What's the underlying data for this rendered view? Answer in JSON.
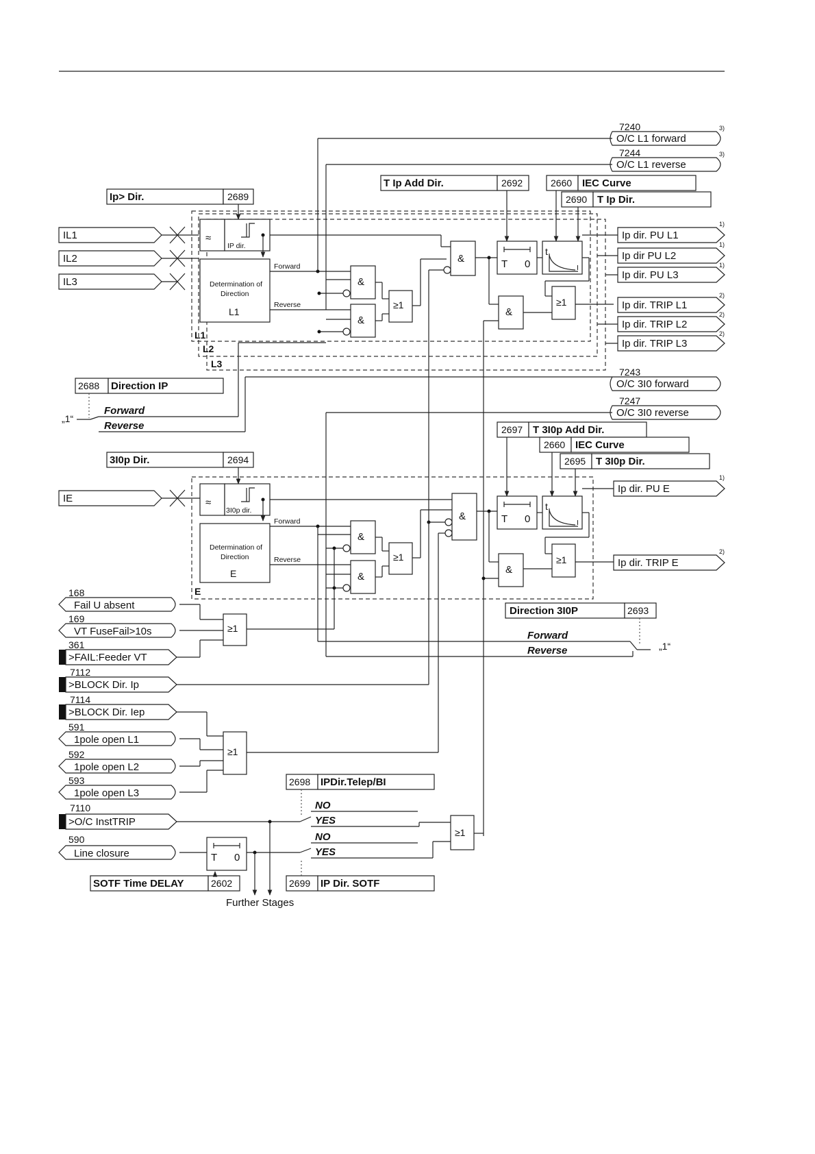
{
  "params": {
    "ipdir_num": "2689",
    "ipdir_label": "Ip> Dir.",
    "taddir_label": "T Ip Add Dir.",
    "taddir_num": "2692",
    "iec1_num": "2660",
    "iec1_label": "IEC Curve",
    "tipdir_num": "2690",
    "tipdir_label": "T Ip Dir.",
    "dirip_num": "2688",
    "dirip_label": "Direction IP",
    "i0dir_label": "3I0p Dir.",
    "i0dir_num": "2694",
    "t0add_num": "2697",
    "t0add_label": "T 3I0p Add Dir.",
    "iec2_num": "2660",
    "iec2_label": "IEC Curve",
    "t0dir_num": "2695",
    "t0dir_label": "T 3I0p Dir.",
    "dir0_label": "Direction 3I0P",
    "dir0_num": "2693",
    "telep_num": "2698",
    "telep_label": "IPDir.Telep/BI",
    "sotfd_label": "SOTF Time DELAY",
    "sotfd_num": "2602",
    "ipsotf_num": "2699",
    "ipsotf_label": "IP Dir. SOTF"
  },
  "switch_options": {
    "forward": "Forward",
    "reverse": "Reverse",
    "one": "„1“",
    "no": "NO",
    "yes": "YES"
  },
  "inputs": {
    "il1": "IL1",
    "il2": "IL2",
    "il3": "IL3",
    "ie": "IE",
    "s168_num": "168",
    "s168": "Fail U absent",
    "s169_num": "169",
    "s169": "VT FuseFail>10s",
    "s361_num": "361",
    "s361": ">FAIL:Feeder VT",
    "s7112_num": "7112",
    "s7112": ">BLOCK Dir. Ip",
    "s7114_num": "7114",
    "s7114": ">BLOCK Dir. Iep",
    "s591_num": "591",
    "s591": "1pole open L1",
    "s592_num": "592",
    "s592": "1pole open L2",
    "s593_num": "593",
    "s593": "1pole open L3",
    "s7110_num": "7110",
    "s7110": ">O/C InstTRIP",
    "s590_num": "590",
    "s590": "Line closure"
  },
  "outputs": {
    "o7240_num": "7240",
    "o7240": "O/C L1 forward",
    "o7244_num": "7244",
    "o7244": "O/C L1 reverse",
    "pu_l1": "Ip dir. PU L1",
    "pu_l2": "Ip dir PU L2",
    "pu_l3": "Ip dir. PU L3",
    "trip_l1": "Ip dir. TRIP L1",
    "trip_l2": "Ip dir. TRIP L2",
    "trip_l3": "Ip dir. TRIP L3",
    "o7243_num": "7243",
    "o7243": "O/C 3I0 forward",
    "o7247_num": "7247",
    "o7247": "O/C 3I0 reverse",
    "pu_e": "Ip dir. PU E",
    "trip_e": "Ip dir. TRIP E"
  },
  "notes": {
    "n1": "1)",
    "n2": "2)",
    "n3": "3)"
  },
  "blocks": {
    "and": "&",
    "or": "≥1",
    "timer_t": "T",
    "timer_0": "0",
    "curve_t": "t",
    "curve_i": "I",
    "ipdir": "IP dir.",
    "i0dir": "3I0p dir.",
    "det_l1": "Determination of",
    "det_l2": "Direction",
    "phase_l1": "L1",
    "phase_e": "E",
    "fwd": "Forward",
    "rev": "Reverse",
    "frame_l1": "L1",
    "frame_l2": "L2",
    "frame_l3": "L3",
    "frame_e": "E",
    "filter": "≈"
  },
  "further_stages": "Further Stages"
}
